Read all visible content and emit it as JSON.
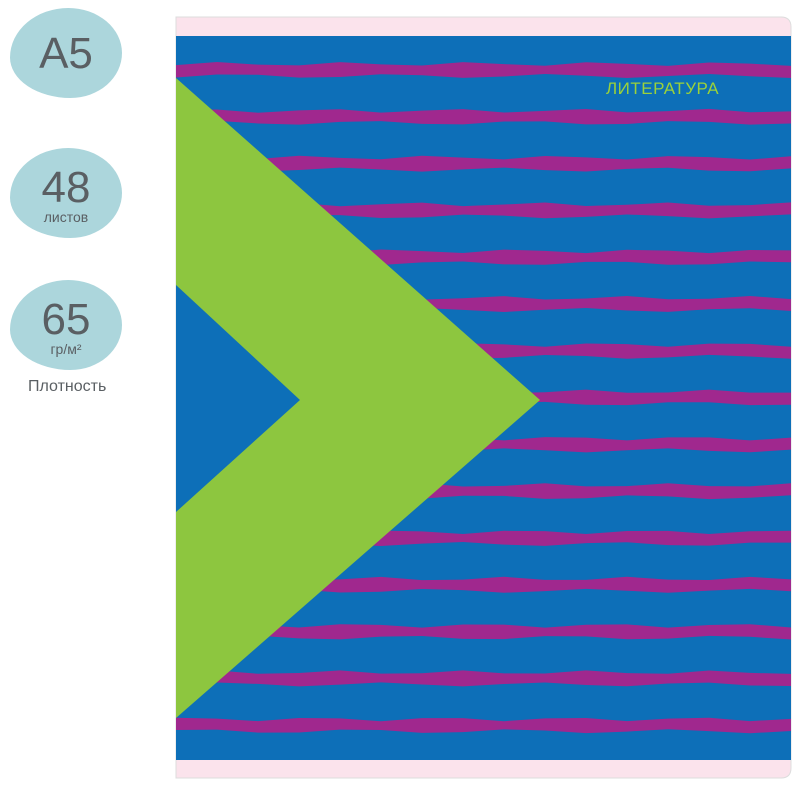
{
  "badges": [
    {
      "value": "A5",
      "unit": ""
    },
    {
      "value": "48",
      "unit": "листов"
    },
    {
      "value": "65",
      "unit": "гр/м²"
    }
  ],
  "caption": "Плотность",
  "cover": {
    "title": "ЛИТЕРАТУРА",
    "colors": {
      "blue": "#0d6fb8",
      "magenta": "#a0288e",
      "green": "#8dc63f",
      "pink": "#fbe3ec"
    }
  }
}
